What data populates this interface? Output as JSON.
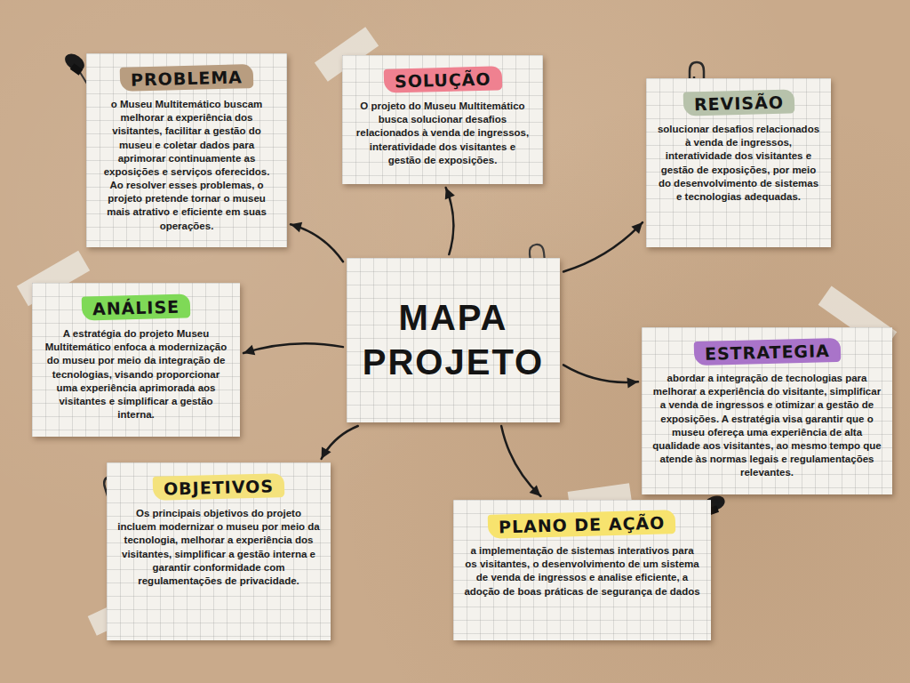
{
  "diagram": {
    "nodes": [
      {
        "text": [
          "PROBLEMA",
          "o Museu Multitemático buscam melhorar a experiência dos visitantes, facilitar a gestão do museu e coletar dados para aprimorar continuamente as exposições e serviços oferecidos. Ao resolver esses problemas, o projeto pretende tornar o museu mais atrativo e eficiente em suas operações."
        ]
      },
      {
        "text": [
          "SOLUÇÃO",
          "O projeto do Museu Multitemático busca solucionar desafios relacionados à venda de ingressos, interatividade dos visitantes e gestão de exposições."
        ]
      },
      {
        "text": [
          "REVISÃO",
          "solucionar desafios relacionados à venda de ingressos, interatividade dos visitantes e gestão de exposições, por meio do desenvolvimento de sistemas e tecnologias adequadas."
        ]
      },
      {
        "text": [
          "ANÁLISE",
          "A estratégia do projeto Museu Multitemático enfoca a modernização do museu por meio da integração de tecnologias, visando proporcionar uma experiência aprimorada aos visitantes e simplificar a gestão interna."
        ]
      },
      {
        "text": [
          "MAPA PROJETO"
        ]
      },
      {
        "text": [
          "ESTRATEGIA",
          "abordar a integração de tecnologias para melhorar a experiência do visitante, simplificar a venda de ingressos e otimizar a gestão de exposições. A estratégia visa garantir que o museu ofereça uma experiência de alta qualidade aos visitantes, ao mesmo tempo que atende às normas legais e regulamentações relevantes."
        ]
      },
      {
        "text": [
          "OBJETIVOS",
          "Os principais objetivos do projeto incluem modernizar o museu por meio da tecnologia, melhorar a experiência dos visitantes, simplificar a gestão interna e garantir conformidade com regulamentações de privacidade."
        ]
      },
      {
        "text": [
          "PLANO DE AÇÃO",
          "a implementação de sistemas interativos para os visitantes, o desenvolvimento de um sistema de venda de ingressos e analise eficiente, a adoção de boas práticas de segurança de dados"
        ]
      }
    ],
    "edges": [
      {
        "from": 4,
        "to": 0,
        "arrow": "to"
      },
      {
        "from": 4,
        "to": 1,
        "arrow": "to"
      },
      {
        "from": 4,
        "to": 2,
        "arrow": "to"
      },
      {
        "from": 4,
        "to": 3,
        "arrow": "to"
      },
      {
        "from": 4,
        "to": 5,
        "arrow": "to"
      },
      {
        "from": 4,
        "to": 6,
        "arrow": "to"
      },
      {
        "from": 4,
        "to": 7,
        "arrow": "to"
      }
    ]
  }
}
